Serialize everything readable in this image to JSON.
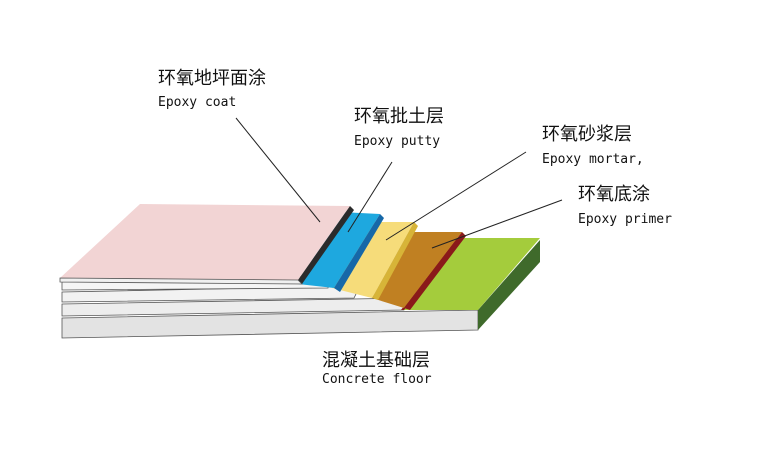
{
  "colors": {
    "epoxy_coat": "#f2d4d4",
    "epoxy_putty_blue": "#1ea8df",
    "epoxy_putty_yellow": "#f6dc7a",
    "epoxy_mortar": "#c08022",
    "epoxy_primer": "#a4cc3c",
    "concrete_dark": "#3f6a2b",
    "trim_dark": "#2b2b2b",
    "trim_red": "#8a1a1a",
    "side_light": "#e9e9e9"
  },
  "layers": [
    {
      "zh": "环氧地坪面涂",
      "en": "Epoxy coat"
    },
    {
      "zh": "环氧批土层",
      "en": "Epoxy putty"
    },
    {
      "zh": "环氧砂浆层",
      "en": "Epoxy mortar,"
    },
    {
      "zh": "环氧底涂",
      "en": "Epoxy primer"
    }
  ],
  "base": {
    "zh": "混凝土基础层",
    "en": "Concrete floor"
  }
}
